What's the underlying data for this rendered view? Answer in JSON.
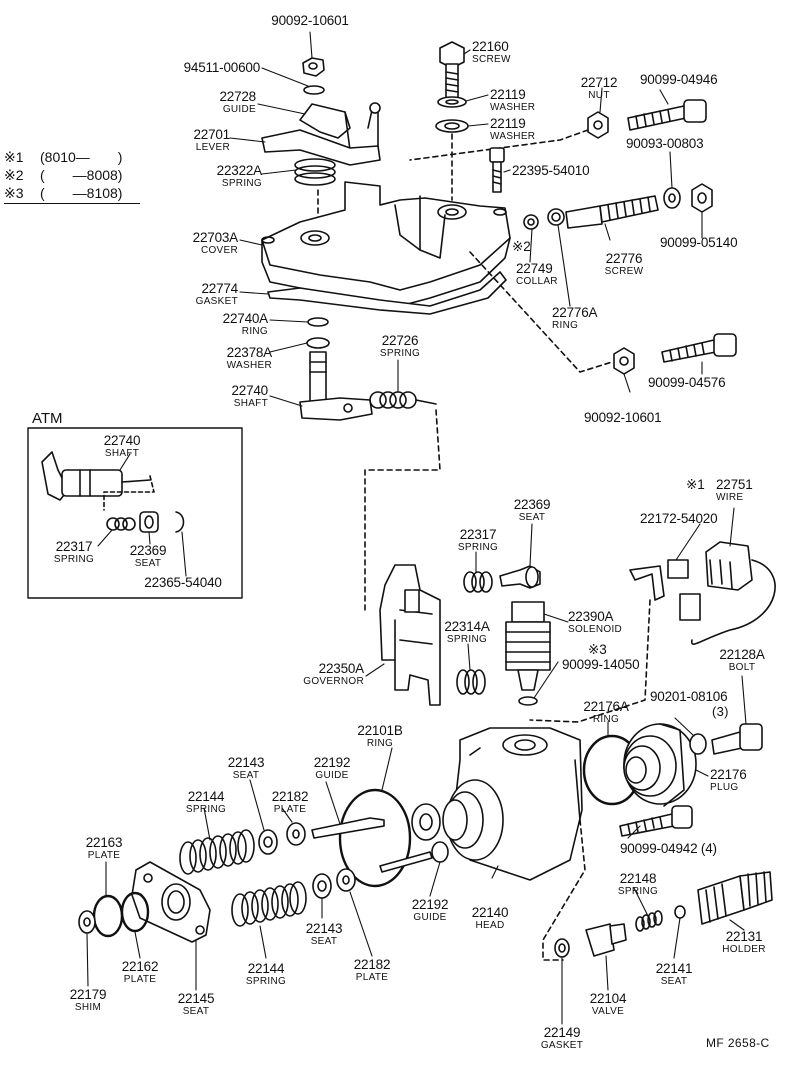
{
  "notes": [
    {
      "mark": "※1",
      "range": "(8010—　　)"
    },
    {
      "mark": "※2",
      "range": "(　　—8008)"
    },
    {
      "mark": "※3",
      "range": "(　　—8108)"
    }
  ],
  "atm_title": "ATM",
  "footer_code": "MF  2658-C",
  "parts": {
    "p90092_10601_top": {
      "num": "90092-10601",
      "name": ""
    },
    "p94511_00600": {
      "num": "94511-00600",
      "name": ""
    },
    "p22160": {
      "num": "22160",
      "name": "SCREW"
    },
    "p22119_a": {
      "num": "22119",
      "name": "WASHER"
    },
    "p22119_b": {
      "num": "22119",
      "name": "WASHER"
    },
    "p22712": {
      "num": "22712",
      "name": "NUT"
    },
    "p90099_04946": {
      "num": "90099-04946",
      "name": ""
    },
    "p22728": {
      "num": "22728",
      "name": "GUIDE"
    },
    "p22701": {
      "num": "22701",
      "name": "LEVER"
    },
    "p90093_00803": {
      "num": "90093-00803",
      "name": ""
    },
    "p22322A": {
      "num": "22322A",
      "name": "SPRING"
    },
    "p22395_54010": {
      "num": "22395-54010",
      "name": ""
    },
    "p22703A": {
      "num": "22703A",
      "name": "COVER"
    },
    "p22749": {
      "num": "22749",
      "name": "COLLAR",
      "mark": "※2"
    },
    "p22776": {
      "num": "22776",
      "name": "SCREW"
    },
    "p90099_05140": {
      "num": "90099-05140",
      "name": ""
    },
    "p22774": {
      "num": "22774",
      "name": "GASKET"
    },
    "p22776A": {
      "num": "22776A",
      "name": "RING"
    },
    "p22740A": {
      "num": "22740A",
      "name": "RING"
    },
    "p22726": {
      "num": "22726",
      "name": "SPRING"
    },
    "p22378A": {
      "num": "22378A",
      "name": "WASHER"
    },
    "p90099_04576": {
      "num": "90099-04576",
      "name": ""
    },
    "p22740": {
      "num": "22740",
      "name": "SHAFT"
    },
    "p90092_10601_low": {
      "num": "90092-10601",
      "name": ""
    },
    "atm_22740": {
      "num": "22740",
      "name": "SHAFT"
    },
    "atm_22317": {
      "num": "22317",
      "name": "SPRING"
    },
    "atm_22369": {
      "num": "22369",
      "name": "SEAT"
    },
    "atm_22365_54040": {
      "num": "22365-54040",
      "name": ""
    },
    "p22751": {
      "num": "22751",
      "name": "WIRE",
      "mark": "※1"
    },
    "p22369": {
      "num": "22369",
      "name": "SEAT"
    },
    "p22172_54020": {
      "num": "22172-54020",
      "name": ""
    },
    "p22317": {
      "num": "22317",
      "name": "SPRING"
    },
    "p22390A": {
      "num": "22390A",
      "name": "SOLENOID"
    },
    "p22314A": {
      "num": "22314A",
      "name": "SPRING"
    },
    "p90099_14050": {
      "num": "90099-14050",
      "name": "",
      "mark": "※3"
    },
    "p22128A": {
      "num": "22128A",
      "name": "BOLT"
    },
    "p22350A": {
      "num": "22350A",
      "name": "GOVERNOR"
    },
    "p90201_08106": {
      "num": "90201-08106",
      "name": "(3)"
    },
    "p22176A": {
      "num": "22176A",
      "name": "RING"
    },
    "p22101B": {
      "num": "22101B",
      "name": "RING"
    },
    "p22143_a": {
      "num": "22143",
      "name": "SEAT"
    },
    "p22192_a": {
      "num": "22192",
      "name": "GUIDE"
    },
    "p22176": {
      "num": "22176",
      "name": "PLUG"
    },
    "p22144_a": {
      "num": "22144",
      "name": "SPRING"
    },
    "p22182_a": {
      "num": "22182",
      "name": "PLATE"
    },
    "p90099_04942": {
      "num": "90099-04942 (4)",
      "name": ""
    },
    "p22163": {
      "num": "22163",
      "name": "PLATE"
    },
    "p22148": {
      "num": "22148",
      "name": "SPRING"
    },
    "p22192_b": {
      "num": "22192",
      "name": "GUIDE"
    },
    "p22140": {
      "num": "22140",
      "name": "HEAD"
    },
    "p22131": {
      "num": "22131",
      "name": "HOLDER"
    },
    "p22143_b": {
      "num": "22143",
      "name": "SEAT"
    },
    "p22162": {
      "num": "22162",
      "name": "PLATE"
    },
    "p22182_b": {
      "num": "22182",
      "name": "PLATE"
    },
    "p22141": {
      "num": "22141",
      "name": "SEAT"
    },
    "p22144_b": {
      "num": "22144",
      "name": "SPRING"
    },
    "p22179": {
      "num": "22179",
      "name": "SHIM"
    },
    "p22145": {
      "num": "22145",
      "name": "SEAT"
    },
    "p22104": {
      "num": "22104",
      "name": "VALVE"
    },
    "p22149": {
      "num": "22149",
      "name": "GASKET"
    }
  }
}
